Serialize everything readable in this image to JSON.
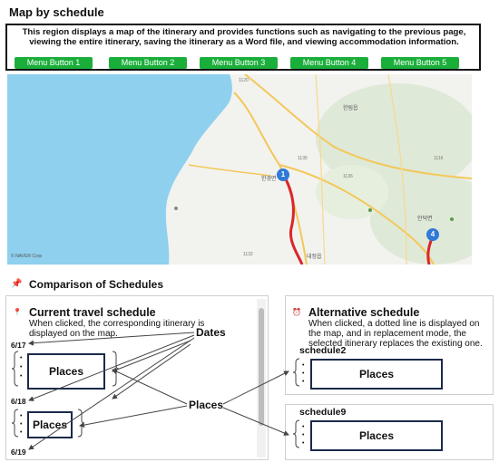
{
  "header": {
    "title": "Map by schedule"
  },
  "description": "This region displays a map of the itinerary and provides functions such as navigating to the previous page, viewing the entire itinerary, saving the itinerary as a Word file, and viewing accommodation information.",
  "menu_buttons": [
    "Menu Button 1",
    "Menu Button 2",
    "Menu Button 3",
    "Menu Button 4",
    "Menu Button 5"
  ],
  "map": {
    "credit": "© NAVER Corp",
    "labels": [
      "한림읍",
      "한경면",
      "안덕면",
      "대정읍"
    ],
    "road_numbers": [
      "1120",
      "1135",
      "1136",
      "1132",
      "1116"
    ],
    "markers": [
      "1",
      "4"
    ],
    "colors": {
      "sea": "#8fd0ef",
      "land": "#f2f2ee",
      "route": "#d9262b",
      "marker": "#2f7ad6"
    }
  },
  "comparison": {
    "title": "Comparison of Schedules",
    "pin_icon": "pushpin-icon"
  },
  "current": {
    "title": "Current travel schedule",
    "subtitle": "When clicked, the corresponding itinerary is displayed on the map.",
    "dates": [
      "6/17",
      "6/18",
      "6/19"
    ],
    "places_label": "Places"
  },
  "alternative": {
    "title": "Alternative schedule",
    "subtitle": "When clicked, a dotted line is displayed on the map, and in replacement mode, the selected itinerary replaces the existing one.",
    "schedules": [
      {
        "name": "schedule2",
        "places_label": "Places"
      },
      {
        "name": "schedule9",
        "places_label": "Places"
      }
    ]
  },
  "callouts": {
    "dates": "Dates",
    "places": "Places"
  },
  "bullet_char": "•"
}
